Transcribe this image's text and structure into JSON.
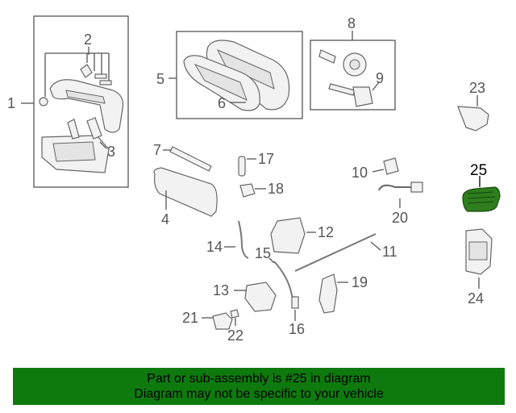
{
  "callouts": [
    {
      "id": "c1",
      "label": "1"
    },
    {
      "id": "c2",
      "label": "2"
    },
    {
      "id": "c3",
      "label": "3"
    },
    {
      "id": "c4",
      "label": "4"
    },
    {
      "id": "c5",
      "label": "5"
    },
    {
      "id": "c6",
      "label": "6"
    },
    {
      "id": "c7",
      "label": "7"
    },
    {
      "id": "c8",
      "label": "8"
    },
    {
      "id": "c9",
      "label": "9"
    },
    {
      "id": "c10",
      "label": "10"
    },
    {
      "id": "c11",
      "label": "11"
    },
    {
      "id": "c12",
      "label": "12"
    },
    {
      "id": "c13",
      "label": "13"
    },
    {
      "id": "c14",
      "label": "14"
    },
    {
      "id": "c15",
      "label": "15"
    },
    {
      "id": "c16",
      "label": "16"
    },
    {
      "id": "c17",
      "label": "17"
    },
    {
      "id": "c18",
      "label": "18"
    },
    {
      "id": "c19",
      "label": "19"
    },
    {
      "id": "c20",
      "label": "20"
    },
    {
      "id": "c21",
      "label": "21"
    },
    {
      "id": "c22",
      "label": "22"
    },
    {
      "id": "c23",
      "label": "23"
    },
    {
      "id": "c24",
      "label": "24"
    },
    {
      "id": "c25",
      "label": "25"
    }
  ],
  "highlight": {
    "part": "25",
    "color": "#2e7d1e"
  },
  "banner": {
    "line1": "Part or sub-assembly is #25 in diagram",
    "line2": "Diagram may not be specific to your vehicle",
    "background": "#0e7a0e"
  }
}
